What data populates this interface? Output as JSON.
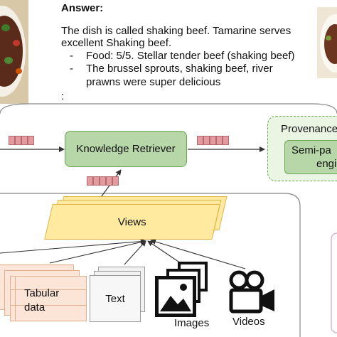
{
  "answer": {
    "heading": "Answer:",
    "line1": "The dish is called shaking beef. Tamarine serves",
    "line2": "excellent Shaking beef.",
    "bullets": [
      {
        "dash": "-",
        "lines": [
          "Food: 5/5. Stellar tender beef (shaking beef)"
        ]
      },
      {
        "dash": "-",
        "lines": [
          "The brussel sprouts, shaking beef, river",
          "prawns were super delicious"
        ]
      }
    ],
    "trailing": ":"
  },
  "diagram": {
    "retriever_label": "Knowledge Retriever",
    "provenance_label": "Provenance",
    "engine_label_line1": "Semi-pa",
    "engine_label_line2": "engi",
    "views_label": "Views",
    "sources": {
      "tabular_line1": "Tabular",
      "tabular_line2": "data",
      "text": "Text",
      "images": "Images",
      "videos": "Videos"
    }
  },
  "colors": {
    "retriever_fill": "#b7d7a8",
    "retriever_border": "#6aa84f",
    "provenance_fill": "#eaf5e4",
    "engine_fill": "#b7d7a8",
    "views_fill": "#ffeaa0",
    "vector_fill": "#e59a9e",
    "tabular_fill": "#fce4d6"
  }
}
